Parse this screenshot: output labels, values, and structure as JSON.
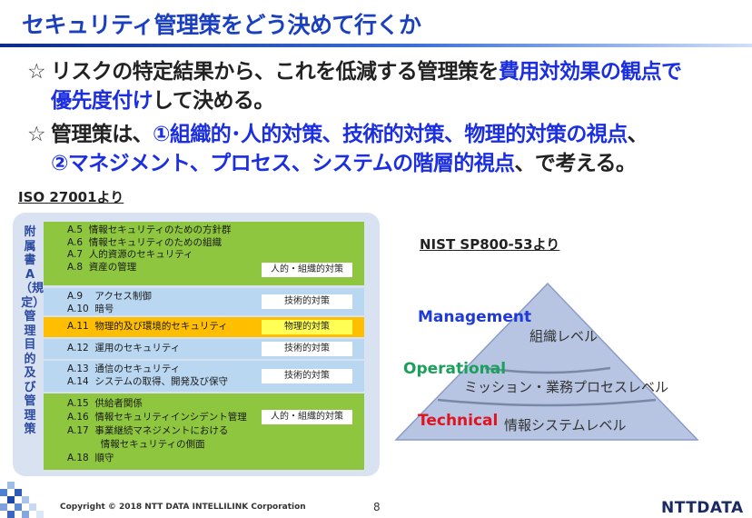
{
  "title": "セキュリティ管理策をどう決めて行くか",
  "bullets": {
    "star": "☆",
    "b1_l1_pre": "リスクの特定結果から、これを低減する管理策を",
    "b1_l1_hl": "費用対効果の観点で",
    "b1_l2_hl": "優先度付け",
    "b1_l2_post": "して決める。",
    "b2_l1_pre": "管理策は、",
    "b2_l1_hl": "①組織的･人的対策、技術的対策、物理的対策の視点",
    "b2_l1_post": "、",
    "b2_l2_hl": "②マネジメント、プロセス、システムの階層的視点",
    "b2_l2_post": "、で考える。"
  },
  "iso": {
    "label": "ISO 27001より",
    "annex_vertical": "附属書A（規定）管理目的及び管理策",
    "groups": [
      {
        "lines": "A.5  情報セキュリティのための方針群\nA.6  情報セキュリティのための組織\nA.7  人的資源のセキュリティ\nA.8  資産の管理",
        "tag": "人的・組織的対策"
      },
      {
        "lines": "A.9    アクセス制御\nA.10  暗号",
        "tag": "技術的対策"
      },
      {
        "lines": "A.11  物理的及び環境的セキュリティ",
        "tag": "物理的対策"
      },
      {
        "lines": "A.12  運用のセキュリティ",
        "tag": "技術的対策"
      },
      {
        "lines": "A.13  通信のセキュリティ\nA.14  システムの取得、開発及び保守",
        "tag": "技術的対策"
      },
      {
        "lines": "A.15  供給者関係\nA.16  情報セキュリティインシデント管理\nA.17  事業継続マネジメントにおける\n           情報セキュリティの側面\nA.18  順守",
        "tag": "人的・組織的対策"
      }
    ]
  },
  "nist": {
    "label": "NIST SP800-53より",
    "levels": [
      {
        "en": "Management",
        "ja": "組織レベル",
        "color": "#1f3ad6"
      },
      {
        "en": "Operational",
        "ja": "ミッション・業務プロセスレベル",
        "color": "#1aa05a"
      },
      {
        "en": "Technical",
        "ja": "情報システムレベル",
        "color": "#e0141e"
      }
    ]
  },
  "footer": {
    "copyright": "Copyright © 2018  NTT DATA INTELLILINK Corporation",
    "page": "8",
    "logo": "NTTDATA"
  },
  "colors": {
    "title_blue": "#1a3fbf",
    "highlight_blue": "#1b2fe0",
    "green_group": "#8ec63f",
    "blue_group": "#bad7f2",
    "orange_group": "#ffbf00",
    "pyramid_fill": "#b7c5e3"
  }
}
